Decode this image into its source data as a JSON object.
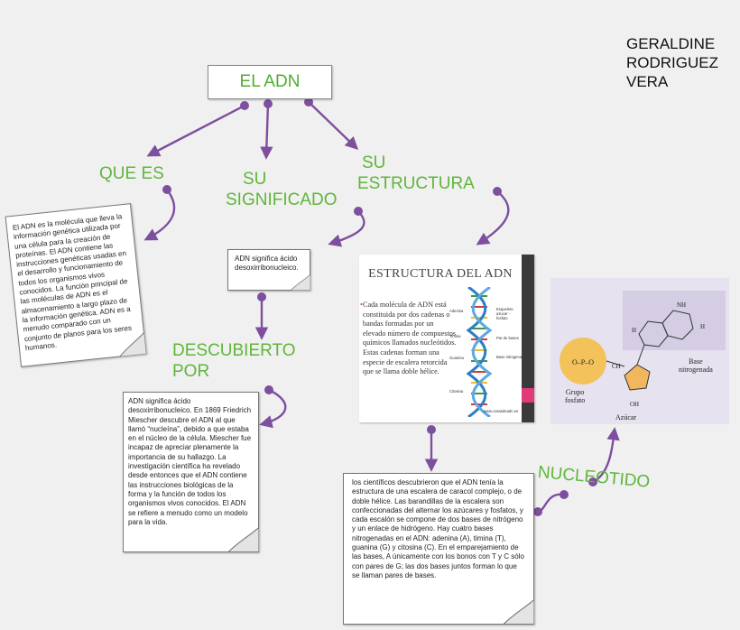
{
  "title": "EL ADN",
  "author_lines": [
    "GERALDINE",
    "RODRIGUEZ",
    "VERA"
  ],
  "labels": {
    "que_es": "QUE ES",
    "su_significado": [
      "SU",
      "SIGNIFICADO"
    ],
    "su_estructura": [
      "SU",
      "ESTRUCTURA"
    ],
    "descubierto_por": [
      "DESCUBIERTO",
      "POR"
    ],
    "nucleotido": "NUCLEOTIDO"
  },
  "notes": {
    "que_es": "El ADN es la molécula que lleva la información genética utilizada por una célula para la creación de proteínas. El ADN contiene las instrucciones genéticas usadas en el desarrollo y funcionamiento de todos los organismos vivos conocidos. La función principal de las moléculas de ADN es el almacenamiento a largo plazo de la información genética. ADN es a menudo comparado con un conjunto de planos para los seres humanos.",
    "significado": "ADN significa ácido desoxirribonucleico.",
    "descubierto": "ADN significa ácido desoxirribonucleico. En 1869 Friedrich Miescher descubre el ADN al que llamó “nucleína”, debido a que estaba en el núcleo de la célula. Miescher fue incapaz de apreciar plenamente la importancia de su hallazgo. La investigación científica ha revelado desde entonces que el ADN contiene las instrucciones biológicas de la forma y la función de todos los organismos vivos conocidos. El ADN se refiere a menudo como un modelo para la vida.",
    "estructura": "los científicos descubrieron que el ADN tenía la estructura de una escalera de caracol complejo, o de doble hélice. Las barandillas de la escalera son confeccionadas del alternar los azúcares y fosfatos, y cada escalón se compone de dos bases de nitrógeno y un enlace de hidrógeno. Hay cuatro bases nitrogenadas en el ADN: adenina (A), timina (T), guanina (G) y citosina (C). En el emparejamiento de las bases, A únicamente con los bonos con T y C sólo con pares de G; las dos bases juntos forman lo que se llaman pares de bases."
  },
  "slide": {
    "title": "ESTRUCTURA DEL ADN",
    "bullet": "Cada molécula de ADN está constituida por dos cadenas o bandas formadas por un elevado número de compuestos químicos llamados nucleótidos. Estas cadenas forman una especie de escalera retorcida que se llama doble hélice.",
    "helix_left": [
      "Adenina",
      "Timina",
      "Guanina",
      "Citosina"
    ],
    "helix_right": [
      "Esqueleto azucar - fosfato",
      "Par de bases",
      "Base nitrogenada"
    ],
    "watermark": "www.cosasdeadn.es"
  },
  "nucleotide": {
    "group_label": [
      "Grupo",
      "fosfato"
    ],
    "sugar_label": "Azúcar",
    "base_label": [
      "Base",
      "nitrogenada"
    ]
  },
  "colors": {
    "connector": "#7d4f9e",
    "label_green": "#5fb63a",
    "title_green": "#4fae2f"
  }
}
